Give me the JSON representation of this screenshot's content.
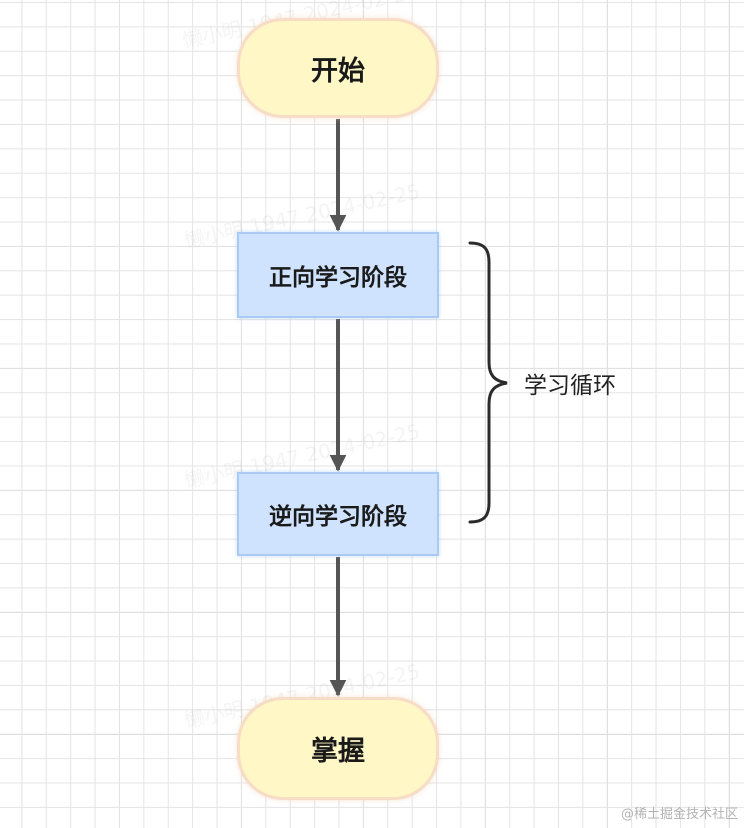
{
  "nodes": {
    "start": "开始",
    "forward": "正向学习阶段",
    "backward": "逆向学习阶段",
    "master": "掌握"
  },
  "brace": {
    "label": "学习循环"
  },
  "watermark": {
    "text": "懒小明 1947 2024-02-25"
  },
  "site_credit": "@稀土掘金技术社区",
  "colors": {
    "terminal_fill": "#fff7c6",
    "terminal_border": "#f7dcc6",
    "process_fill": "#cfe3ff",
    "process_border": "#a9cbf3",
    "arrow": "#555555",
    "grid": "#e4e4e4"
  }
}
